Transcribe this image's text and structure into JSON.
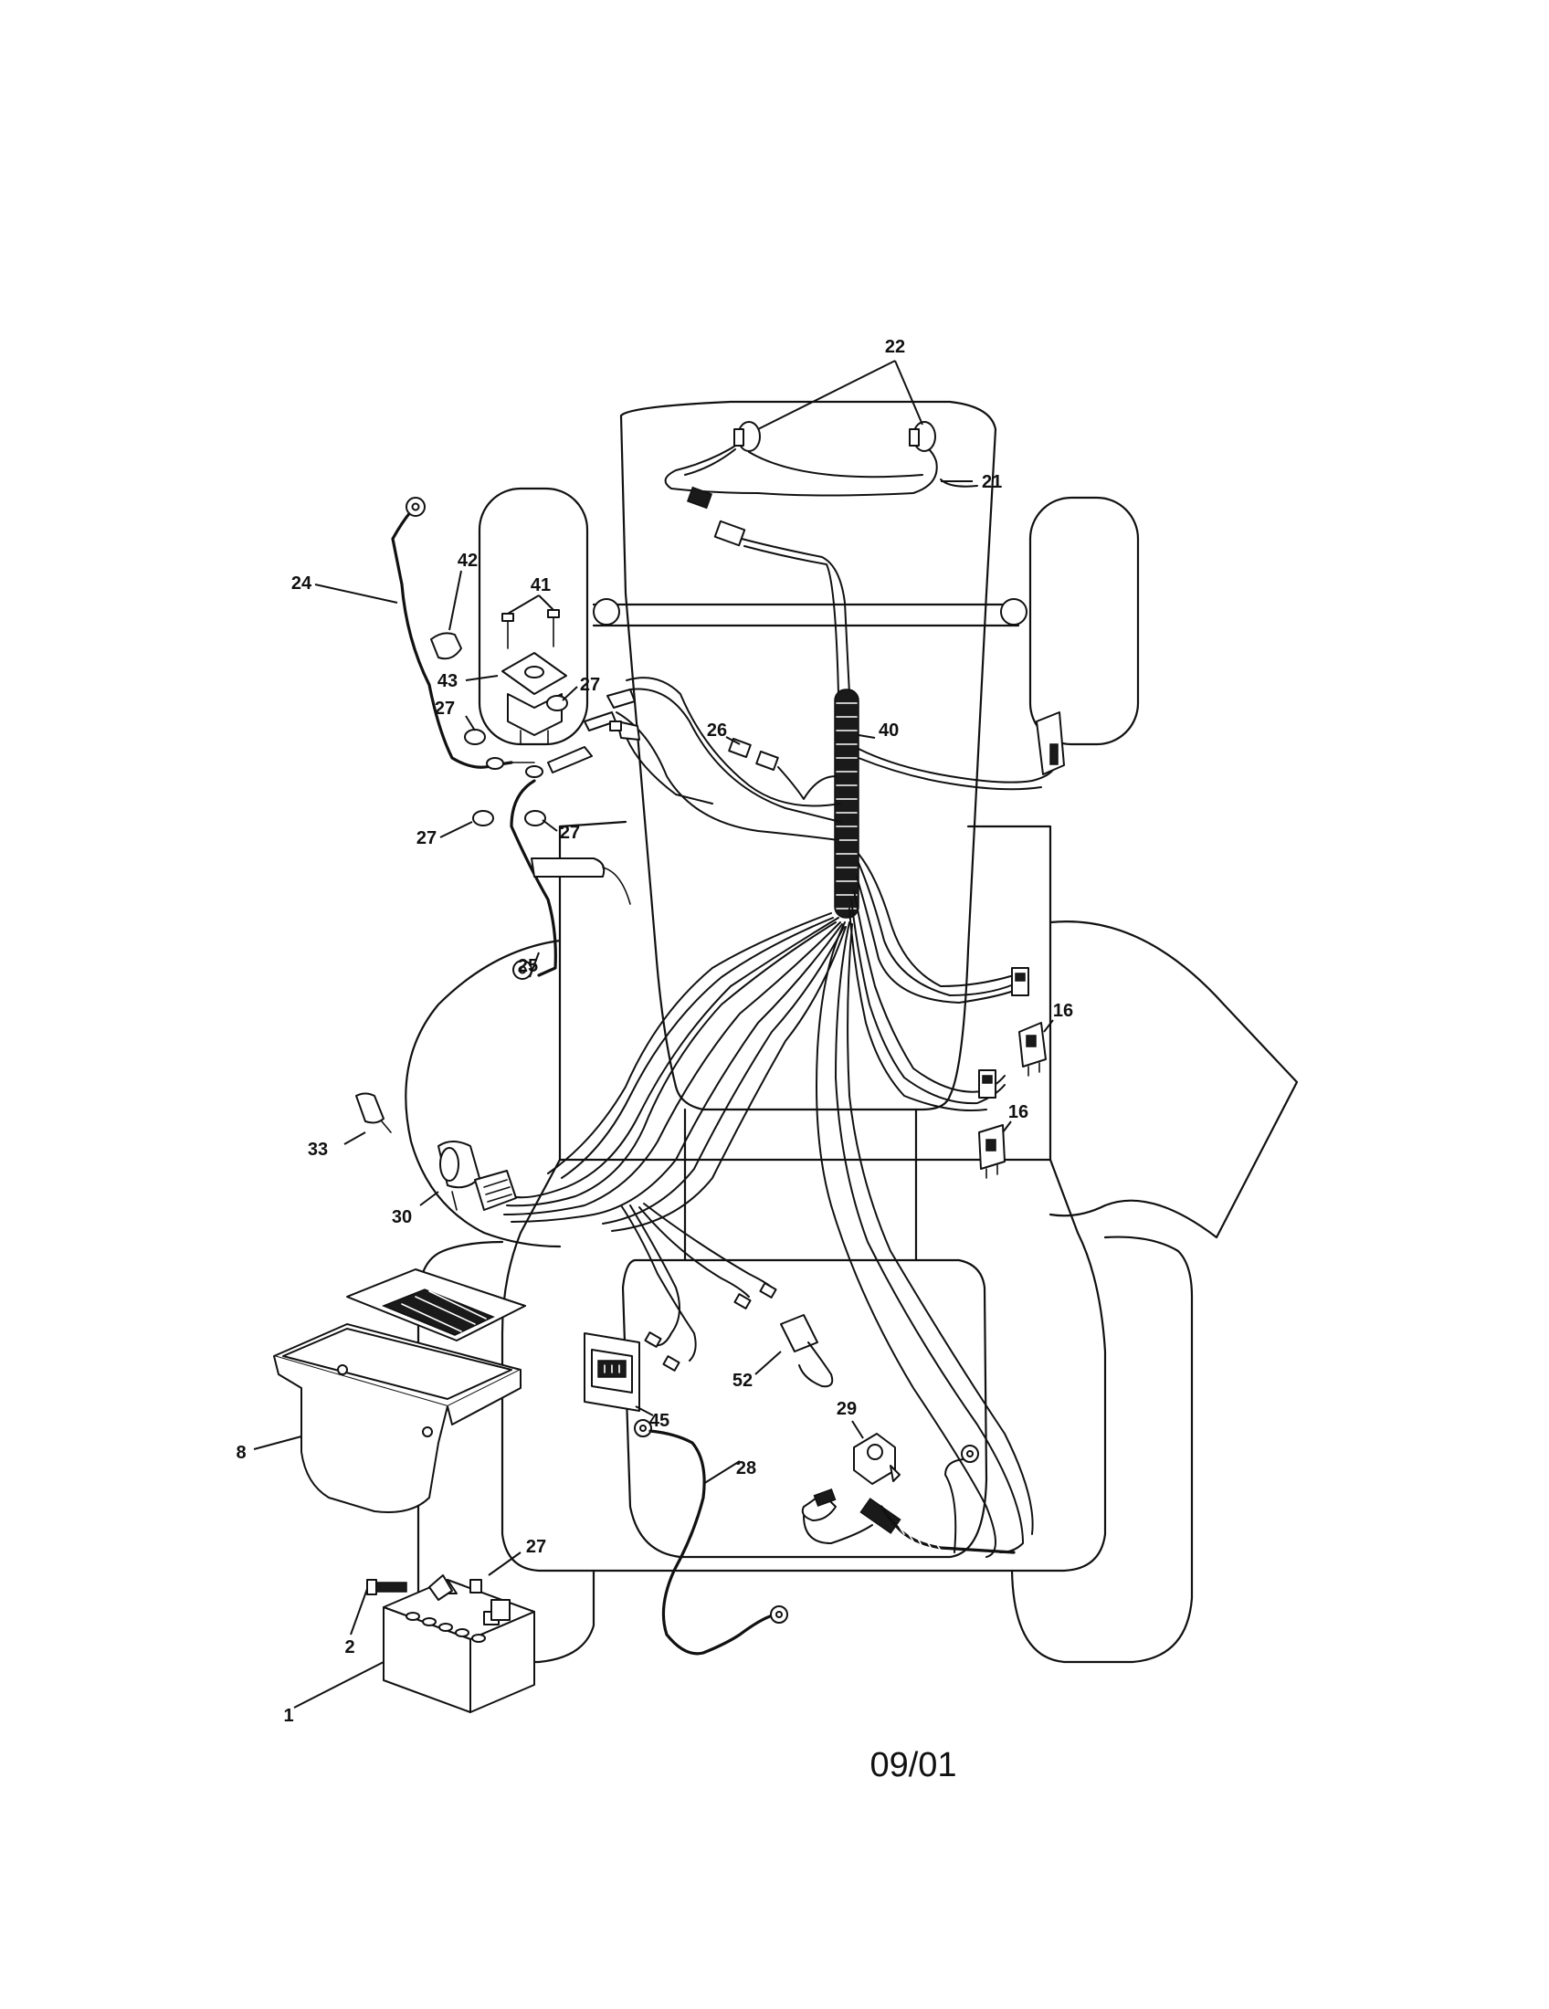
{
  "callouts": {
    "c22": "22",
    "c21": "21",
    "c42": "42",
    "c41": "41",
    "c24": "24",
    "c43": "43",
    "c27a": "27",
    "c27b": "27",
    "c27c": "27",
    "c27d": "27",
    "c27e": "27",
    "c26": "26",
    "c40": "40",
    "c25": "25",
    "c16a": "16",
    "c16b": "16",
    "c33": "33",
    "c30": "30",
    "c8": "8",
    "c45": "45",
    "c52": "52",
    "c29": "29",
    "c28": "28",
    "c2": "2",
    "c1": "1"
  },
  "date_code": "09/01"
}
